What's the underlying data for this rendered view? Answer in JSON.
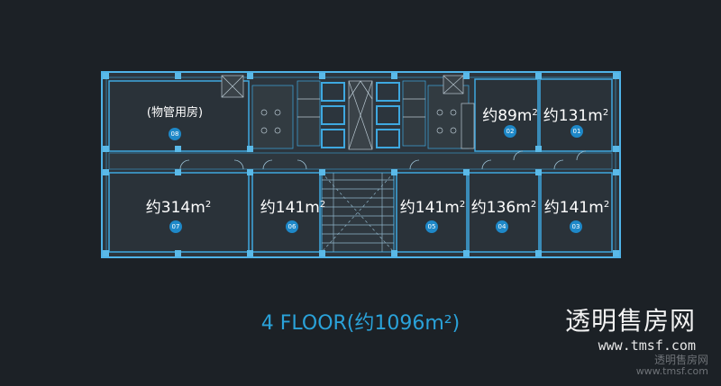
{
  "title": "4 FLOOR(约1096m²)",
  "area_prefix": "约",
  "area_unit": "m",
  "area_sup": "2",
  "units": [
    {
      "id": "08",
      "label": "(物管用房)",
      "area": null
    },
    {
      "id": "02",
      "label": null,
      "area": "89"
    },
    {
      "id": "01",
      "label": null,
      "area": "131"
    },
    {
      "id": "07",
      "label": null,
      "area": "314"
    },
    {
      "id": "06",
      "label": null,
      "area": "141"
    },
    {
      "id": "05",
      "label": null,
      "area": "141"
    },
    {
      "id": "04",
      "label": null,
      "area": "136"
    },
    {
      "id": "03",
      "label": null,
      "area": "141"
    }
  ],
  "watermark": {
    "site_name": "透明售房网",
    "url": "www.tmsf.com",
    "site_name_small": "透明售房网",
    "url_small": "www.tmsf.com"
  },
  "colors": {
    "background": "#1c2126",
    "wall": "#3ea8e0",
    "floor": "#2c353d",
    "accent": "#2aa2d9",
    "badge": "#1e88c8"
  }
}
